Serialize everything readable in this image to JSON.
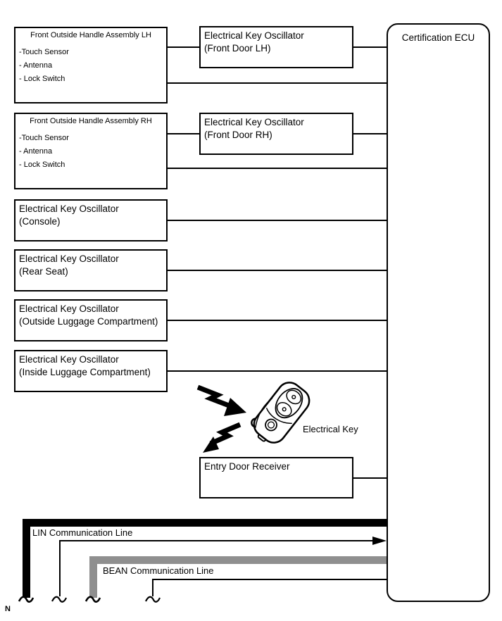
{
  "boxes": {
    "handle_lh": {
      "title": "Front Outside Handle Assembly LH",
      "items": [
        "-Touch Sensor",
        "- Antenna",
        "- Lock Switch"
      ]
    },
    "handle_rh": {
      "title": "Front Outside Handle Assembly RH",
      "items": [
        "-Touch Sensor",
        "- Antenna",
        "- Lock Switch"
      ]
    },
    "osc_front_lh": {
      "line1": "Electrical Key Oscillator",
      "line2": "(Front Door LH)"
    },
    "osc_front_rh": {
      "line1": "Electrical Key Oscillator",
      "line2": "(Front Door RH)"
    },
    "osc_console": {
      "line1": "Electrical Key Oscillator",
      "line2": "(Console)"
    },
    "osc_rear_seat": {
      "line1": "Electrical Key Oscillator",
      "line2": "(Rear Seat)"
    },
    "osc_outside_luggage": {
      "line1": "Electrical Key Oscillator",
      "line2": "(Outside Luggage Compartment)"
    },
    "osc_inside_luggage": {
      "line1": "Electrical Key Oscillator",
      "line2": "(Inside Luggage Compartment)"
    },
    "entry_door_receiver": {
      "title": "Entry Door Receiver"
    },
    "certification_ecu": {
      "title": "Certification ECU"
    }
  },
  "labels": {
    "electrical_key": "Electrical Key",
    "lin_line": "LIN Communication Line",
    "bean_line": "BEAN Communication Line",
    "corner_note": "N"
  },
  "colors": {
    "line_black": "#000000",
    "bean_gray": "#8f8f8f",
    "background": "#ffffff"
  }
}
